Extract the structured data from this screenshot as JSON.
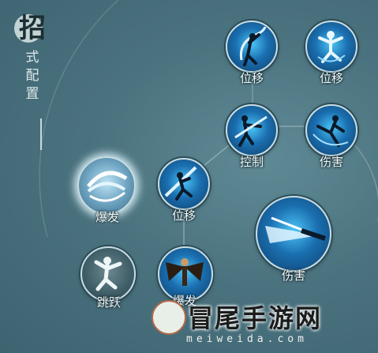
{
  "title": {
    "main_char": "招",
    "vertical_chars": "式配置"
  },
  "skills": [
    {
      "id": "s1",
      "label": "位移",
      "icon": "jump-strike-icon"
    },
    {
      "id": "s2",
      "label": "位移",
      "icon": "aerial-leap-icon"
    },
    {
      "id": "s3",
      "label": "控制",
      "icon": "grapple-icon"
    },
    {
      "id": "s4",
      "label": "伤害",
      "icon": "kick-icon"
    },
    {
      "id": "s5",
      "label": "爆发",
      "icon": "swirl-icon"
    },
    {
      "id": "s6",
      "label": "位移",
      "icon": "dash-slash-icon"
    },
    {
      "id": "s7",
      "label": "伤害",
      "icon": "sword-wave-icon"
    },
    {
      "id": "s8",
      "label": "跳跃",
      "icon": "leap-figure-icon"
    },
    {
      "id": "s9",
      "label": "爆发",
      "icon": "wings-burst-icon"
    }
  ],
  "watermark": {
    "brand": "冒尾手游网",
    "url": "meiweida.com"
  },
  "colors": {
    "background": "#4b737f",
    "accent": "#3fb6f0",
    "label": "#f2f7f8"
  }
}
